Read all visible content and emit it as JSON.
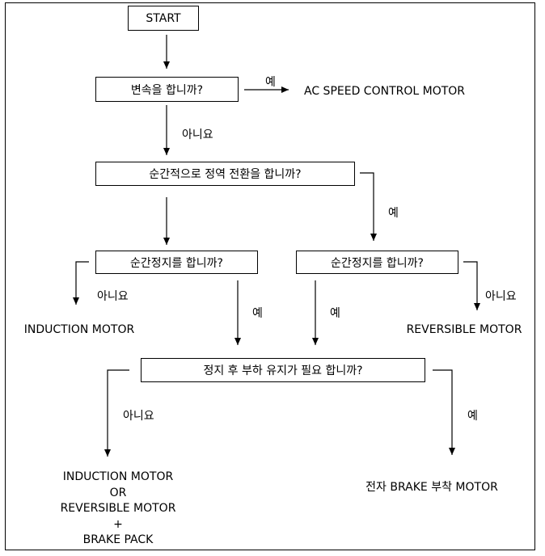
{
  "nodes": {
    "start": "START",
    "q_speed": "변속을 합니까?",
    "q_reverse": "순간적으로 정역 전환을 합니까?",
    "q_stop_left": "순간정지를 합니까?",
    "q_stop_right": "순간정지를 합니까?",
    "q_hold": "정지 후 부하 유지가 필요 합니까?"
  },
  "outcomes": {
    "ac_speed": "AC SPEED CONTROL MOTOR",
    "induction": "INDUCTION MOTOR",
    "reversible": "REVERSIBLE MOTOR",
    "brake_motor": "전자 BRAKE 부착 MOTOR",
    "combo": [
      "INDUCTION MOTOR",
      "OR",
      "REVERSIBLE MOTOR",
      "+",
      "BRAKE PACK"
    ]
  },
  "edge_labels": {
    "yes": "예",
    "no": "아니요"
  }
}
